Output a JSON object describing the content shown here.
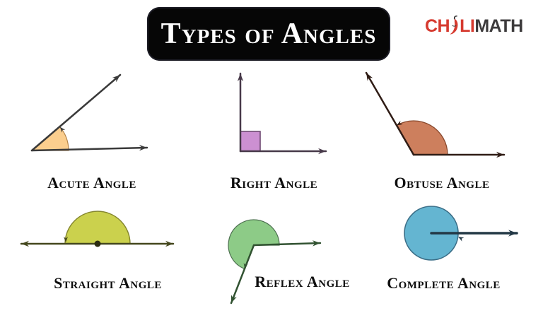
{
  "header": {
    "title": "Types of Angles",
    "bg_color": "#060606",
    "text_color": "#ffffff"
  },
  "logo": {
    "prefix": "CH",
    "middle": "LI",
    "suffix": "MATH",
    "red": "#d63a2f",
    "dark": "#3d3b3c",
    "icon": "chili-pepper-icon"
  },
  "figures": [
    {
      "id": "acute",
      "label": "Acute Angle",
      "fill": "#FBCE8E",
      "line": "#3a3a3a"
    },
    {
      "id": "right",
      "label": "Right Angle",
      "fill": "#CC90D2",
      "line": "#473949"
    },
    {
      "id": "obtuse",
      "label": "Obtuse Angle",
      "fill": "#CD7F5D",
      "line": "#2f1c15"
    },
    {
      "id": "straight",
      "label": "Straight Angle",
      "fill": "#CBD14D",
      "line": "#44471d"
    },
    {
      "id": "reflex",
      "label": "Reflex Angle",
      "fill": "#8DCB87",
      "line": "#315231"
    },
    {
      "id": "complete",
      "label": "Complete Angle",
      "fill": "#64B5D1",
      "line": "#233845"
    }
  ]
}
